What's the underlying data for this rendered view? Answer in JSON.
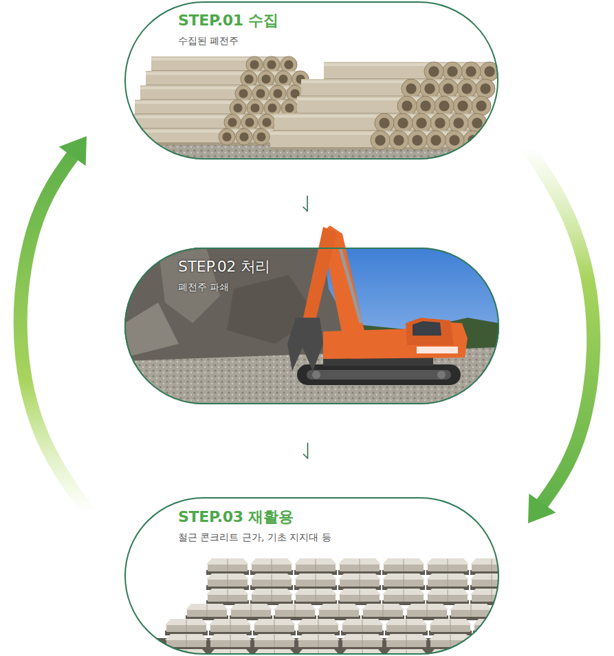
{
  "diagram": {
    "nodes": [
      {
        "text": [
          "STEP.01 수집",
          "수집된 폐전주"
        ]
      },
      {
        "text": [
          "STEP.02 처리",
          "폐전주 파쇄"
        ]
      },
      {
        "text": [
          "STEP.03 재활용",
          "철근 콘크리트 근가, 기초 지지대 등"
        ]
      }
    ],
    "edges": [
      {
        "from": 0,
        "to": 1,
        "arrow": "to"
      },
      {
        "from": 1,
        "to": 2,
        "arrow": "to"
      },
      {
        "from": 0,
        "to": 2,
        "arrow": "to"
      },
      {
        "from": 2,
        "to": 0,
        "arrow": "to"
      }
    ]
  }
}
